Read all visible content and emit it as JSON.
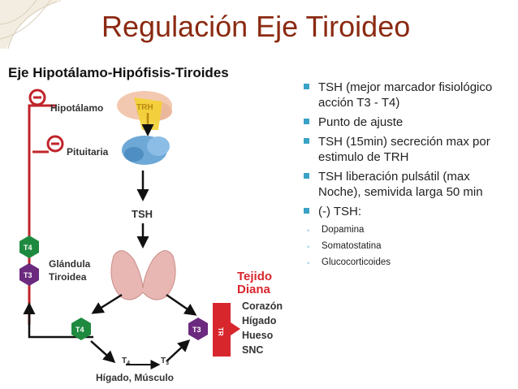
{
  "slide": {
    "title": "Regulación Eje Tiroideo"
  },
  "figure": {
    "heading": "Eje Hipotálamo-Hipófisis-Tiroides",
    "hipotalamo_label": "Hipotálamo",
    "pituitaria_label": "Pituitaria",
    "trh_label": "TRH",
    "tsh_label": "TSH",
    "glandula_label_1": "Glándula",
    "glandula_label_2": "Tiroidea",
    "tejido_label_1": "Tejido",
    "tejido_label_2": "Diana",
    "targets": [
      "Corazón",
      "Hígado",
      "Hueso",
      "SNC"
    ],
    "tr_label": "TR",
    "t4": "T4",
    "t3": "T3",
    "t4_sub_prefix": "T",
    "t4_sub_num": "4",
    "t3_sub_num": "3",
    "bottom_t4": "T",
    "bottom_t4_sub": "4",
    "bottom_t3": "T",
    "bottom_t3_sub": "3",
    "bottom_label": "Hígado, Músculo",
    "minus": "−",
    "colors": {
      "hexagon_green": "#1e8a3f",
      "hexagon_purple": "#6b2a7e",
      "inhibit_red": "#c0242a",
      "arrow_black": "#111111",
      "target_red": "#d8262d"
    }
  },
  "bullets": [
    {
      "text": "TSH (mejor marcador fisiológico acción T3  - T4)",
      "level": 1
    },
    {
      "text": "Punto de ajuste",
      "level": 1
    },
    {
      "text": "TSH (15min) secreción max por estimulo de TRH",
      "level": 1
    },
    {
      "text": "TSH liberación pulsátil (max Noche), semivida larga 50 min",
      "level": 1
    },
    {
      "text": "(-) TSH:",
      "level": 1
    },
    {
      "text": "Dopamina",
      "level": 2
    },
    {
      "text": "Somatostatina",
      "level": 2
    },
    {
      "text": "Glucocorticoides",
      "level": 2
    }
  ]
}
